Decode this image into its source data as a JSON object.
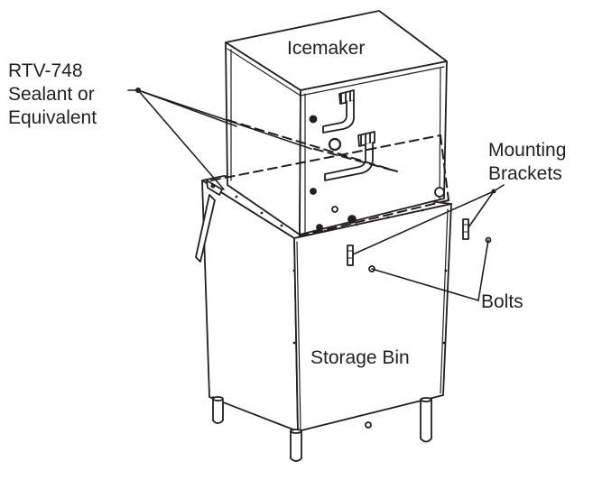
{
  "labels": {
    "icemaker": "Icemaker",
    "sealant": [
      "RTV-748",
      "Sealant or",
      "Equivalent"
    ],
    "brackets": [
      "Mounting",
      "Brackets"
    ],
    "bolts": "Bolts",
    "storage_bin": "Storage Bin"
  },
  "colors": {
    "line": "#231f20",
    "fill": "#ffffff"
  }
}
